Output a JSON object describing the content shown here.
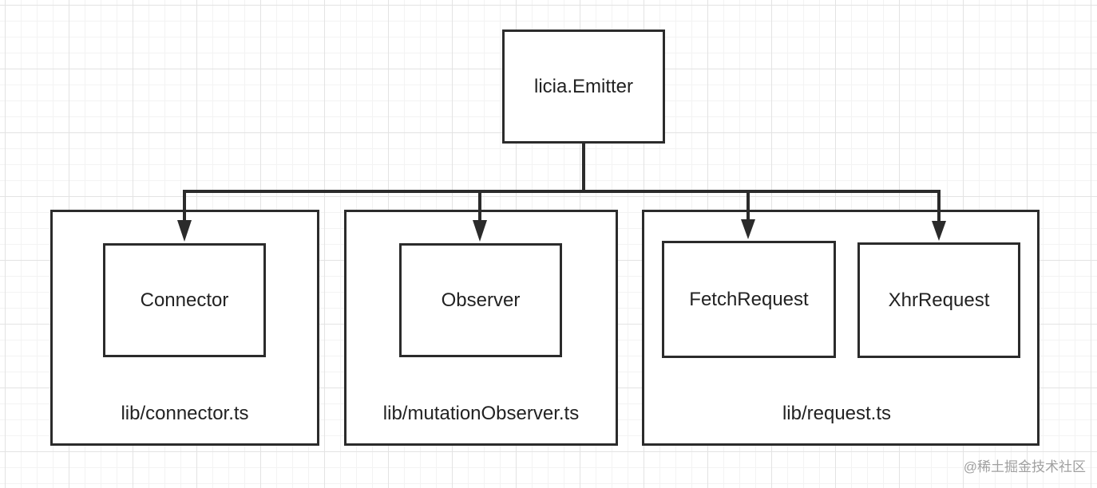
{
  "root": {
    "label": "licia.Emitter"
  },
  "modules": [
    {
      "file": "lib/connector.ts",
      "classes": [
        "Connector"
      ]
    },
    {
      "file": "lib/mutationObserver.ts",
      "classes": [
        "Observer"
      ]
    },
    {
      "file": "lib/request.ts",
      "classes": [
        "FetchRequest",
        "XhrRequest"
      ]
    }
  ],
  "watermark": "@稀土掘金技术社区",
  "colors": {
    "line": "#2b2b2b",
    "text": "#222222",
    "watermark": "#a0a0a0"
  }
}
